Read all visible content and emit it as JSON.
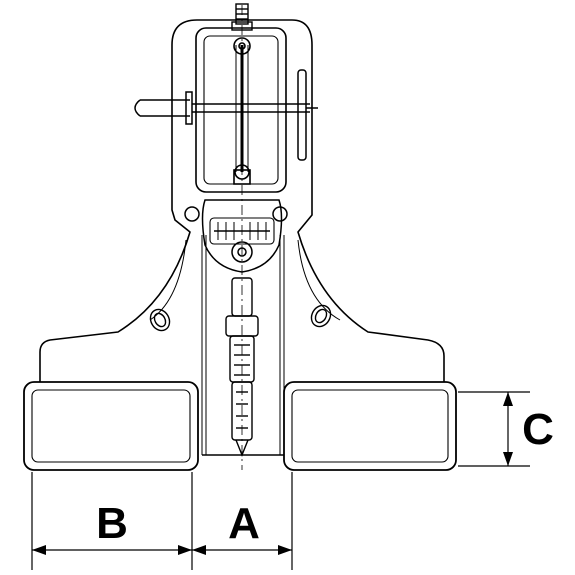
{
  "diagram": {
    "dimension_labels": {
      "a": "A",
      "b": "B",
      "c": "C"
    },
    "colors": {
      "line": "#000000",
      "background": "#ffffff"
    }
  }
}
